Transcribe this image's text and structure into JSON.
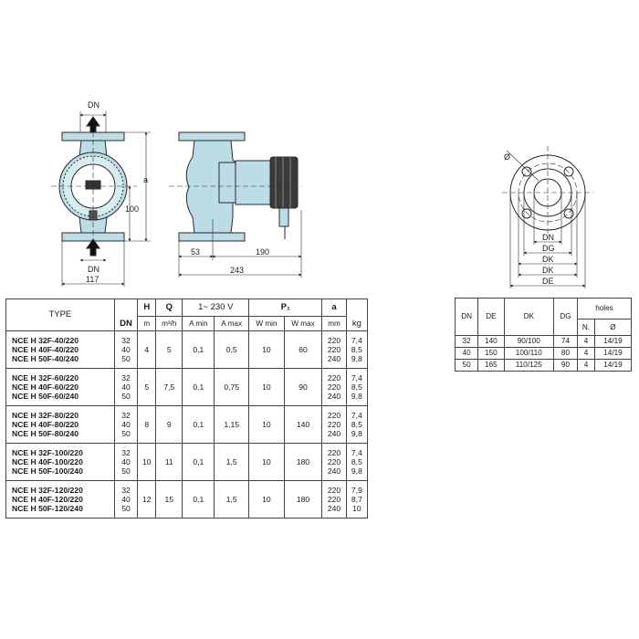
{
  "drawing_front": {
    "dn_top": "DN",
    "dn_bottom": "DN",
    "dim_a": "a",
    "dim_100": "100",
    "dim_117": "117"
  },
  "drawing_side": {
    "dim_53": "53",
    "dim_190": "190",
    "dim_243": "243"
  },
  "drawing_flange": {
    "phi": "Ø",
    "labels": [
      "DN",
      "DG",
      "DK",
      "DK",
      "DE"
    ]
  },
  "main_table": {
    "type_header": "TYPE",
    "dn_header": "DN",
    "h_header": "H",
    "h_unit": "m",
    "q_header": "Q",
    "q_unit": "m³/h",
    "voltage_header": "1~  230 V",
    "a_min": "A min",
    "a_max": "A max",
    "p_header": "P₁",
    "w_min": "W min",
    "w_max": "W max",
    "a_header": "a",
    "a_unit": "mm",
    "kg_unit": "kg",
    "groups": [
      {
        "types": "NCE H 32F-40/220\nNCE H 40F-40/220\nNCE H 50F-40/240",
        "dn": "32\n40\n50",
        "h": "4",
        "q": "5",
        "amin": "0,1",
        "amax": "0,5",
        "wmin": "10",
        "wmax": "60",
        "a": "220\n220\n240",
        "kg": "7,4\n8,5\n9,8"
      },
      {
        "types": "NCE H 32F-60/220\nNCE H 40F-60/220\nNCE H 50F-60/240",
        "dn": "32\n40\n50",
        "h": "5",
        "q": "7,5",
        "amin": "0,1",
        "amax": "0,75",
        "wmin": "10",
        "wmax": "90",
        "a": "220\n220\n240",
        "kg": "7,4\n8,5\n9,8"
      },
      {
        "types": "NCE H 32F-80/220\nNCE H 40F-80/220\nNCE H 50F-80/240",
        "dn": "32\n40\n50",
        "h": "8",
        "q": "9",
        "amin": "0,1",
        "amax": "1,15",
        "wmin": "10",
        "wmax": "140",
        "a": "220\n220\n240",
        "kg": "7,4\n8,5\n9,8"
      },
      {
        "types": "NCE H 32F-100/220\nNCE H 40F-100/220\nNCE H 50F-100/240",
        "dn": "32\n40\n50",
        "h": "10",
        "q": "11",
        "amin": "0,1",
        "amax": "1,5",
        "wmin": "10",
        "wmax": "180",
        "a": "220\n220\n240",
        "kg": "7,4\n8,5\n9,8"
      },
      {
        "types": "NCE H 32F-120/220\nNCE H 40F-120/220\nNCE H 50F-120/240",
        "dn": "32\n40\n50",
        "h": "12",
        "q": "15",
        "amin": "0,1",
        "amax": "1,5",
        "wmin": "10",
        "wmax": "180",
        "a": "220\n220\n240",
        "kg": "7,9\n8,7\n10"
      }
    ]
  },
  "holes_table": {
    "dn": "DN",
    "de": "DE",
    "dk": "DK",
    "dg": "DG",
    "holes": "holes",
    "n": "N.",
    "phi": "Ø",
    "rows": [
      {
        "dn": "32",
        "de": "140",
        "dk": "90/100",
        "dg": "74",
        "n": "4",
        "phi": "14/19"
      },
      {
        "dn": "40",
        "de": "150",
        "dk": "100/110",
        "dg": "80",
        "n": "4",
        "phi": "14/19"
      },
      {
        "dn": "50",
        "de": "165",
        "dk": "110/125",
        "dg": "90",
        "n": "4",
        "phi": "14/19"
      }
    ]
  },
  "colors": {
    "pump_fill": "#bcdde5",
    "outline": "#2a2a2a",
    "motor_dark": "#3a3a3a"
  }
}
